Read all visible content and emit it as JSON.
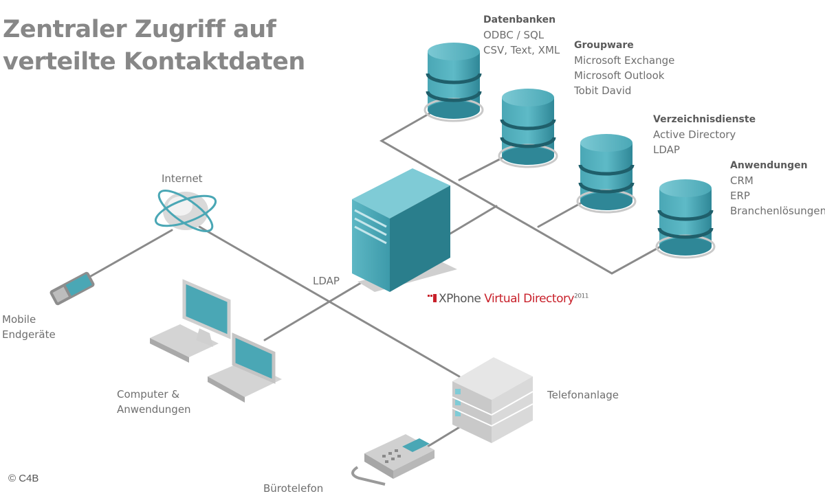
{
  "title": {
    "line1": "Zentraler Zugriff auf",
    "line2": "verteilte Kontaktdaten"
  },
  "sources": [
    {
      "heading": "Datenbanken",
      "items": [
        "ODBC / SQL",
        "CSV, Text, XML"
      ]
    },
    {
      "heading": "Groupware",
      "items": [
        "Microsoft Exchange",
        "Microsoft Outlook",
        "Tobit David"
      ]
    },
    {
      "heading": "Verzeichnisdienste",
      "items": [
        "Active Directory",
        "LDAP"
      ]
    },
    {
      "heading": "Anwendungen",
      "items": [
        "CRM",
        "ERP",
        "Branchenlösungen"
      ]
    }
  ],
  "clients": {
    "internet": "Internet",
    "mobile": [
      "Mobile",
      "Endgeräte"
    ],
    "computer": [
      "Computer &",
      "Anwendungen"
    ],
    "pbx": "Telefonanlage",
    "phone": "Bürotelefon",
    "protocol": "LDAP"
  },
  "brand": {
    "prefix": "XPhone",
    "product": "Virtual Directory",
    "version": "2011"
  },
  "copyright": "© C4B",
  "colors": {
    "teal_light": "#5ab5c3",
    "teal_dark": "#2c7f8e",
    "line_gray": "#8a8a8a",
    "text_gray": "#6e6e6e",
    "brand_red": "#c8202a"
  }
}
